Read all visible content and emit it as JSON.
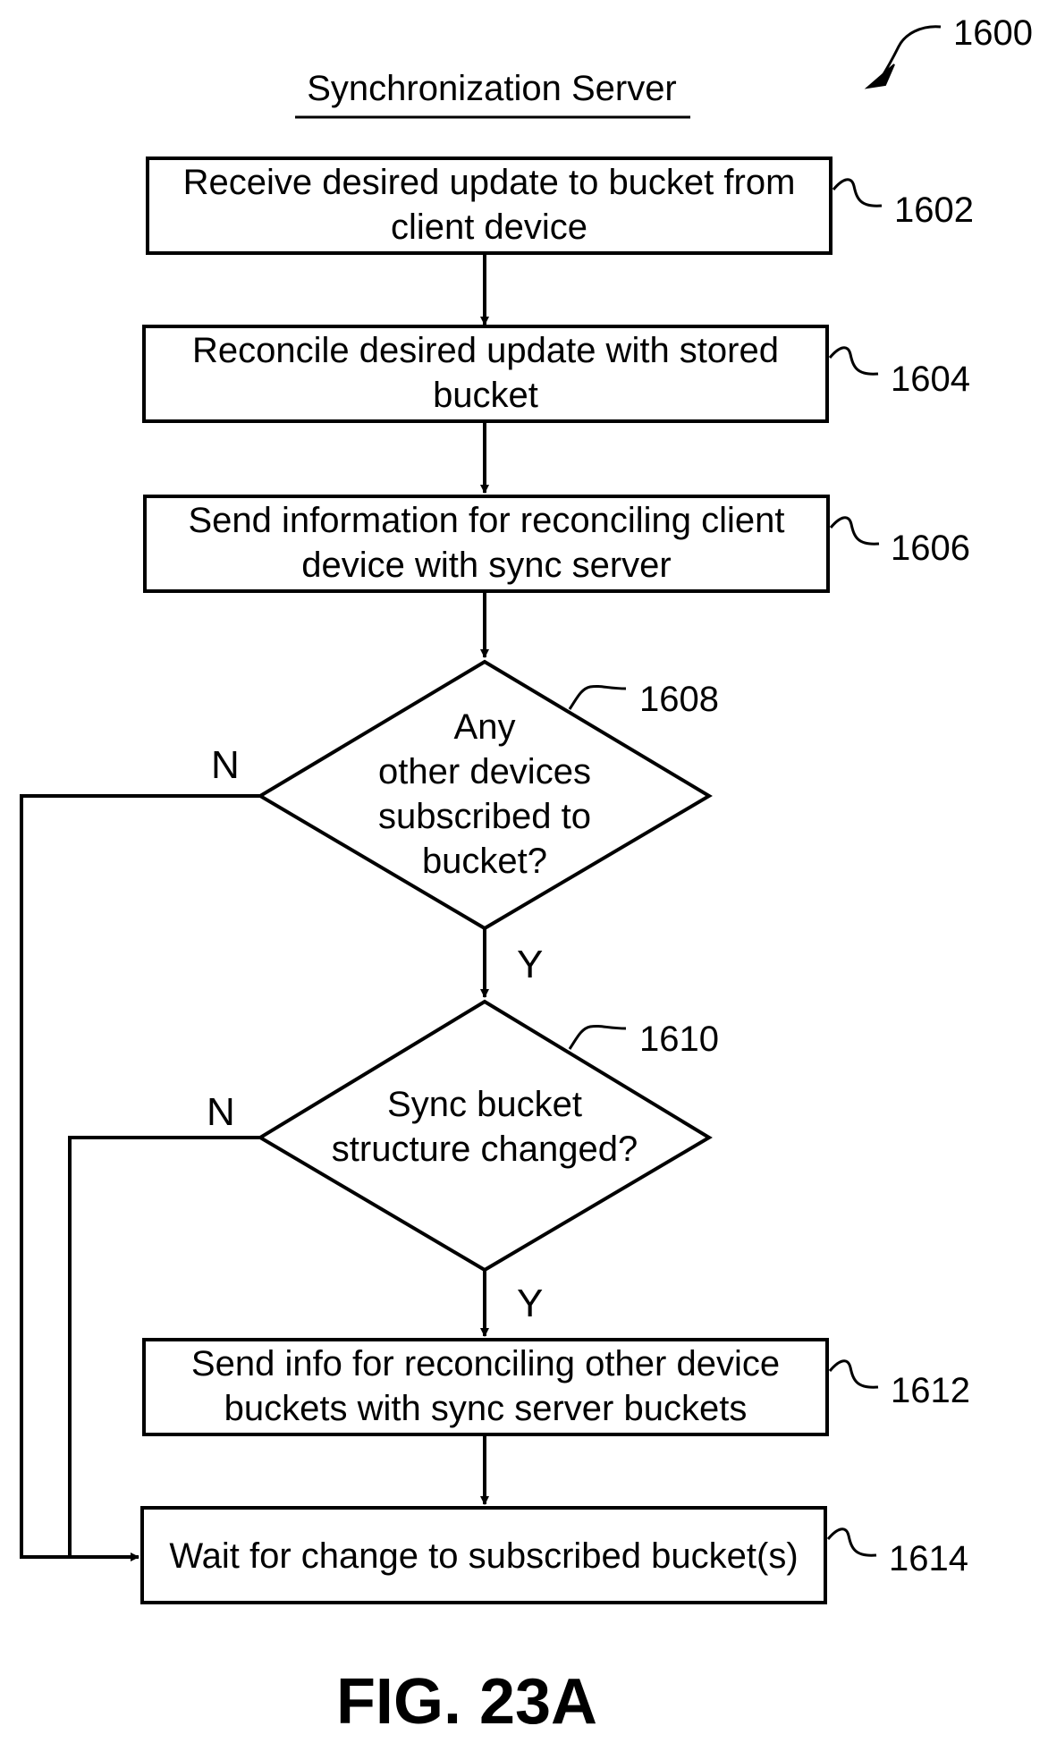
{
  "diagram": {
    "ref_main": "1600",
    "title": "Synchronization Server",
    "figure_label": "FIG. 23A",
    "steps": [
      {
        "id": "1602",
        "type": "process",
        "lines": [
          "Receive desired update to bucket from",
          "client device"
        ]
      },
      {
        "id": "1604",
        "type": "process",
        "lines": [
          "Reconcile desired update with stored",
          "bucket"
        ]
      },
      {
        "id": "1606",
        "type": "process",
        "lines": [
          "Send information for reconciling client",
          "device with sync server"
        ]
      },
      {
        "id": "1608",
        "type": "decision",
        "lines": [
          "Any",
          "other devices",
          "subscribed to",
          "bucket?"
        ]
      },
      {
        "id": "1610",
        "type": "decision",
        "lines": [
          "Sync bucket",
          "structure changed?"
        ]
      },
      {
        "id": "1612",
        "type": "process",
        "lines": [
          "Send info for reconciling other device",
          "buckets with sync server buckets"
        ]
      },
      {
        "id": "1614",
        "type": "process",
        "lines": [
          "Wait for change to subscribed bucket(s)"
        ]
      }
    ],
    "branches": {
      "d1608_yes": "Y",
      "d1608_no": "N",
      "d1610_yes": "Y",
      "d1610_no": "N"
    }
  }
}
